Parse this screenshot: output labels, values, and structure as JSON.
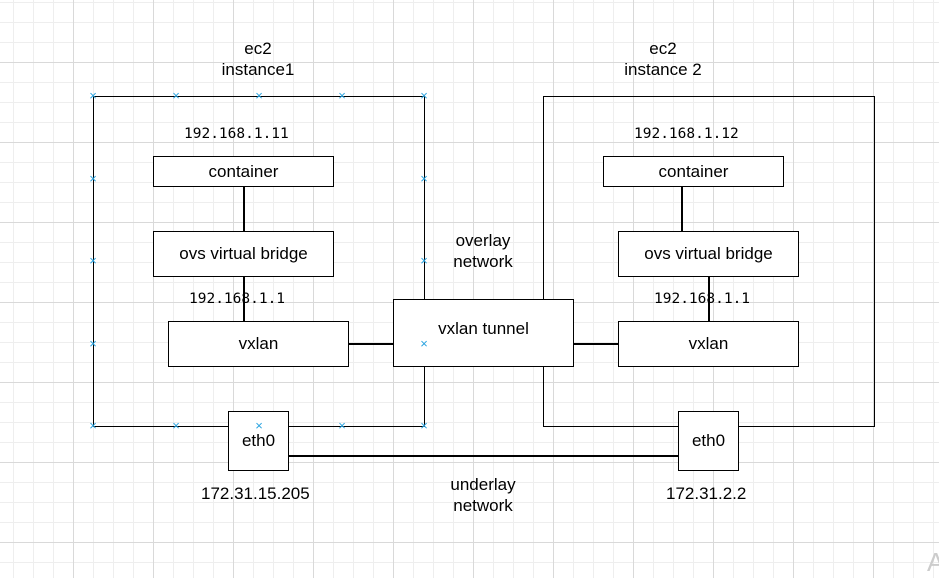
{
  "instance1": {
    "title_line1": "ec2",
    "title_line2": "instance1",
    "container_ip": "192.168.1.11",
    "container_label": "container",
    "bridge_label": "ovs virtual bridge",
    "vxlan_ip": "192.168.1.1",
    "vxlan_label": "vxlan",
    "eth_label": "eth0",
    "eth_ip": "172.31.15.205"
  },
  "instance2": {
    "title_line1": "ec2",
    "title_line2": "instance 2",
    "container_ip": "192.168.1.12",
    "container_label": "container",
    "bridge_label": "ovs virtual bridge",
    "vxlan_ip": "192.168.1.1",
    "vxlan_label": "vxlan",
    "eth_label": "eth0",
    "eth_ip": "172.31.2.2"
  },
  "tunnel": {
    "label": "vxlan tunnel",
    "overlay_line1": "overlay",
    "overlay_line2": "network"
  },
  "underlay": {
    "line1": "underlay",
    "line2": "network"
  },
  "corner_glyph": "A",
  "colors": {
    "selection_handle": "#29a3e0",
    "stroke": "#000000",
    "grid": "#d9d9d9"
  }
}
